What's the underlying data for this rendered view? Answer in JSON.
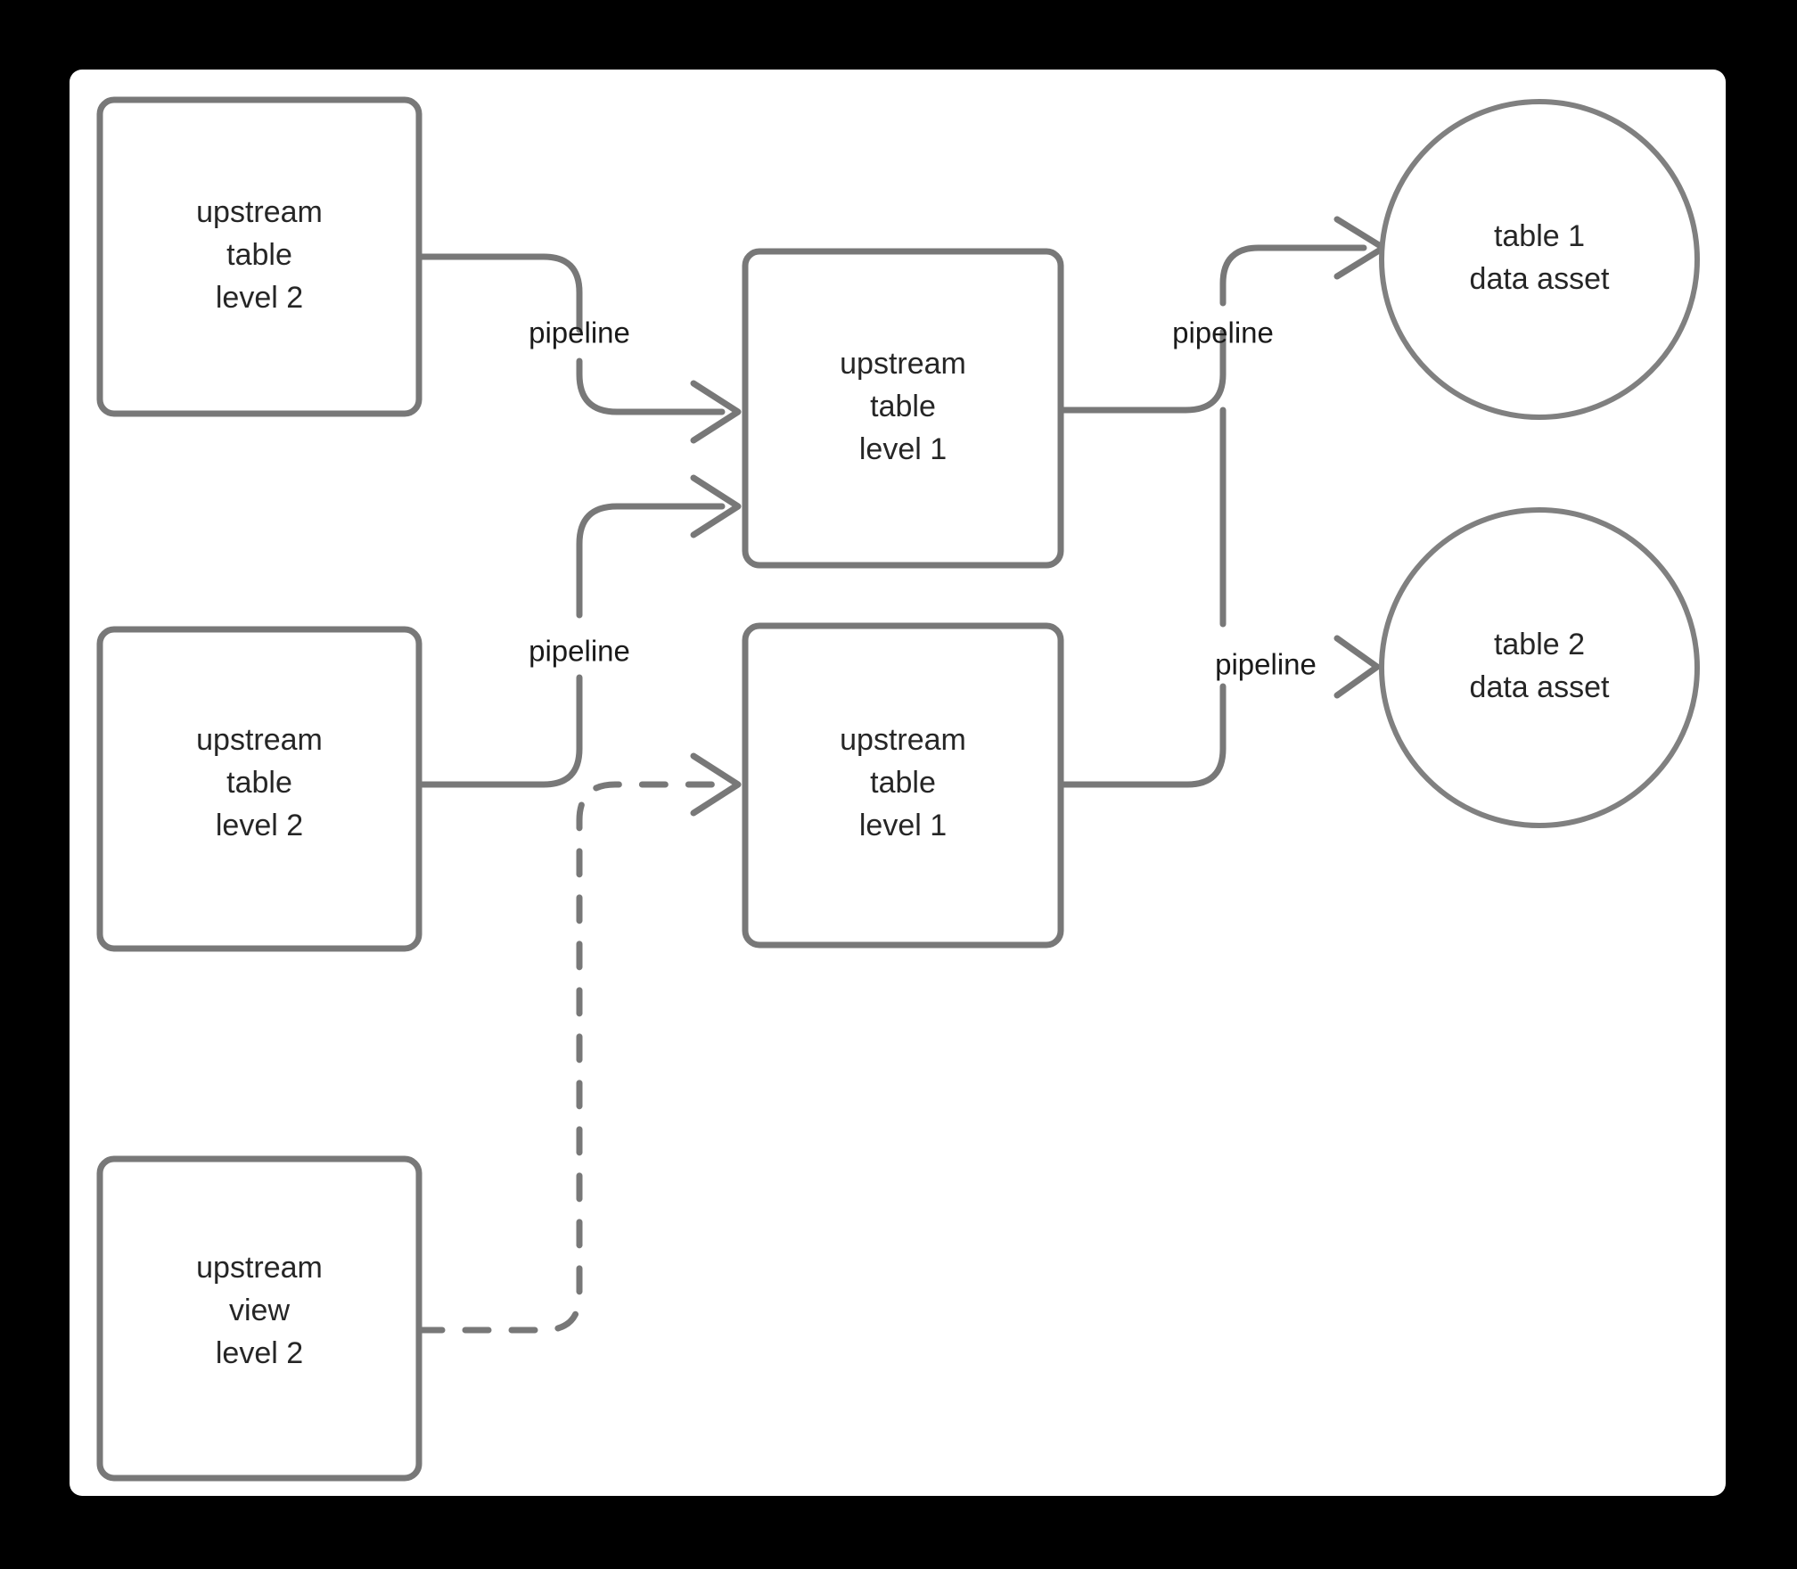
{
  "canvas": {
    "background": "#ffffff",
    "outer_background": "#000000",
    "stroke_color": "#787878",
    "text_color": "#262626"
  },
  "nodes": [
    {
      "id": "upstream-table-level-2-top",
      "shape": "box",
      "lines": [
        "upstream",
        "table",
        "level 2"
      ]
    },
    {
      "id": "upstream-table-level-2-middle",
      "shape": "box",
      "lines": [
        "upstream",
        "table",
        "level 2"
      ]
    },
    {
      "id": "upstream-view-level-2-bottom",
      "shape": "box",
      "lines": [
        "upstream",
        "view",
        "level 2"
      ]
    },
    {
      "id": "upstream-table-level-1-top",
      "shape": "box",
      "lines": [
        "upstream",
        "table",
        "level 1"
      ]
    },
    {
      "id": "upstream-table-level-1-bottom",
      "shape": "box",
      "lines": [
        "upstream",
        "table",
        "level 1"
      ]
    },
    {
      "id": "table-1-data-asset",
      "shape": "circle",
      "lines": [
        "table 1",
        "data asset"
      ]
    },
    {
      "id": "table-2-data-asset",
      "shape": "circle",
      "lines": [
        "table 2",
        "data asset"
      ]
    }
  ],
  "edges": [
    {
      "id": "edge-top-left-to-level-1-top",
      "label": "pipeline",
      "style": "solid",
      "from": "upstream-table-level-2-top",
      "to": "upstream-table-level-1-top"
    },
    {
      "id": "edge-middle-left-to-level-1-top",
      "label": "pipeline",
      "style": "solid",
      "from": "upstream-table-level-2-middle",
      "to": "upstream-table-level-1-top"
    },
    {
      "id": "edge-bottom-left-to-level-1-bottom",
      "label": "",
      "style": "dashed",
      "from": "upstream-view-level-2-bottom",
      "to": "upstream-table-level-1-bottom"
    },
    {
      "id": "edge-level-1-top-to-table-1",
      "label": "pipeline",
      "style": "solid",
      "from": "upstream-table-level-1-top",
      "to": "table-1-data-asset"
    },
    {
      "id": "edge-level-1-to-table-2",
      "label": "pipeline",
      "style": "solid",
      "from": "upstream-table-level-1-bottom",
      "to": "table-2-data-asset"
    }
  ],
  "labels": {
    "pipeline_1": "pipeline",
    "pipeline_2": "pipeline",
    "pipeline_3": "pipeline",
    "pipeline_4": "pipeline"
  }
}
